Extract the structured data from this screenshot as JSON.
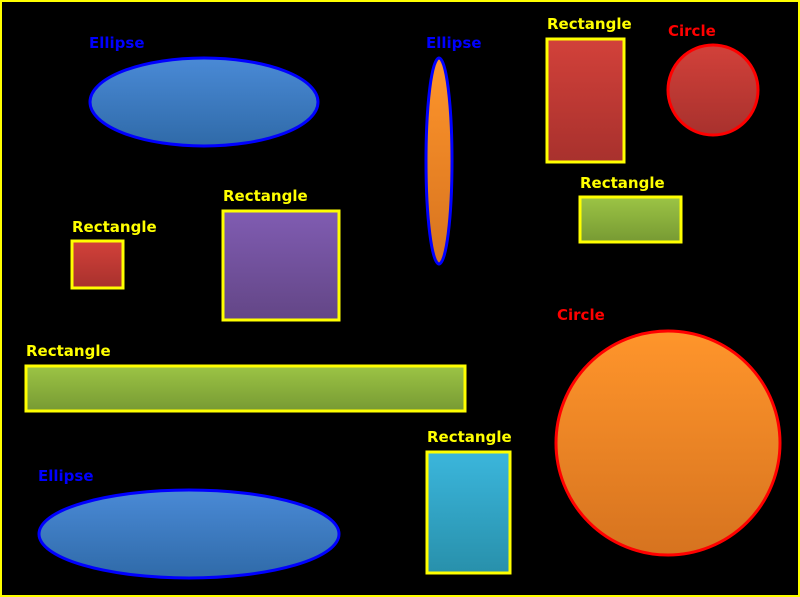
{
  "colors": {
    "background": "#000000",
    "frame": "#ffff00",
    "ellipse_stroke": "#0000ff",
    "circle_stroke": "#ff0000",
    "rect_stroke": "#ffff00",
    "ellipse_label": "#0000ff",
    "circle_label": "#ff0000",
    "rect_label": "#ffff00"
  },
  "shapes": [
    {
      "id": "ellipse-1",
      "kind": "ellipse",
      "label": "Ellipse",
      "fill": "blue"
    },
    {
      "id": "ellipse-2",
      "kind": "ellipse",
      "label": "Ellipse",
      "fill": "orange"
    },
    {
      "id": "rectangle-1",
      "kind": "rectangle",
      "label": "Rectangle",
      "fill": "red"
    },
    {
      "id": "circle-1",
      "kind": "circle",
      "label": "Circle",
      "fill": "red"
    },
    {
      "id": "rectangle-2",
      "kind": "rectangle",
      "label": "Rectangle",
      "fill": "green"
    },
    {
      "id": "rectangle-3",
      "kind": "rectangle",
      "label": "Rectangle",
      "fill": "purple"
    },
    {
      "id": "rectangle-4",
      "kind": "rectangle",
      "label": "Rectangle",
      "fill": "red"
    },
    {
      "id": "circle-2",
      "kind": "circle",
      "label": "Circle",
      "fill": "orange"
    },
    {
      "id": "rectangle-5",
      "kind": "rectangle",
      "label": "Rectangle",
      "fill": "green"
    },
    {
      "id": "rectangle-6",
      "kind": "rectangle",
      "label": "Rectangle",
      "fill": "cyan"
    },
    {
      "id": "ellipse-3",
      "kind": "ellipse",
      "label": "Ellipse",
      "fill": "blue"
    }
  ]
}
